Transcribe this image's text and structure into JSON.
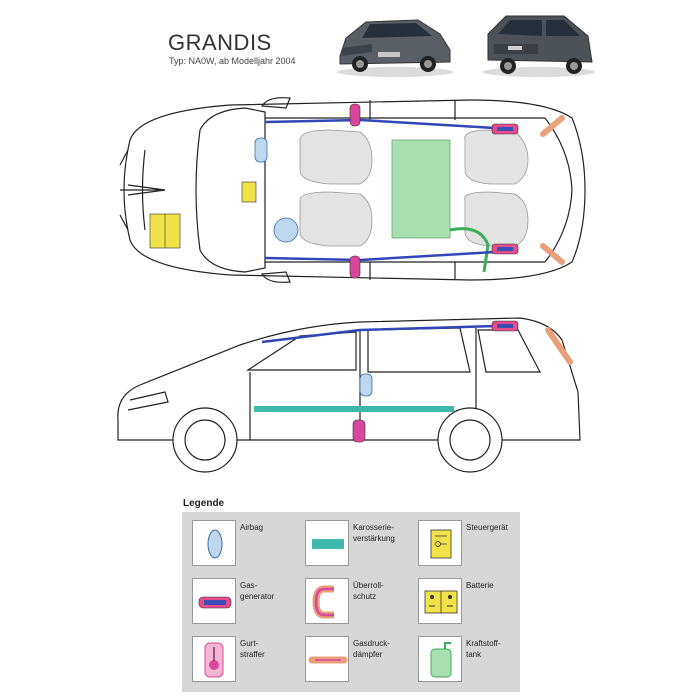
{
  "header": {
    "title": "GRANDIS",
    "subtitle": "Typ: NA0W, ab Modelljahr 2004"
  },
  "photos": [
    {
      "name": "front-view-photo",
      "color": "#5a5f66"
    },
    {
      "name": "rear-view-photo",
      "color": "#4d5258"
    }
  ],
  "legend": {
    "title": "Legende",
    "items": [
      {
        "key": "airbag",
        "label": "Airbag",
        "icon": "airbag-icon"
      },
      {
        "key": "body",
        "label": "Karosserie-\nverstärkung",
        "icon": "body-reinforcement-icon"
      },
      {
        "key": "ecu",
        "label": "Steuergerät",
        "icon": "control-unit-icon"
      },
      {
        "key": "gas",
        "label": "Gas-\ngenerator",
        "icon": "gas-generator-icon"
      },
      {
        "key": "roll",
        "label": "Überroll-\nschutz",
        "icon": "rollover-protection-icon"
      },
      {
        "key": "battery",
        "label": "Batterie",
        "icon": "battery-icon"
      },
      {
        "key": "belt",
        "label": "Gurt-\nstraffer",
        "icon": "belt-tensioner-icon"
      },
      {
        "key": "strut",
        "label": "Gasdruck-\ndämpfer",
        "icon": "gas-strut-icon"
      },
      {
        "key": "tank",
        "label": "Kraftstoff-\ntank",
        "icon": "fuel-tank-icon"
      }
    ]
  },
  "colors": {
    "airbag_fill": "#bcd7ee",
    "airbag_stroke": "#3a6fa6",
    "body_reinforcement": "#3fb7ab",
    "gas_generator": "#e64b8c",
    "gas_generator_core": "#3a4fb5",
    "rollover": "#e9a07a",
    "battery": "#f2e24a",
    "belt_tensioner": "#d8479b",
    "tank": "#a8dfb0",
    "curtain_line": "#3246b8",
    "interior": "#e3e3e3",
    "outline": "#222222"
  }
}
